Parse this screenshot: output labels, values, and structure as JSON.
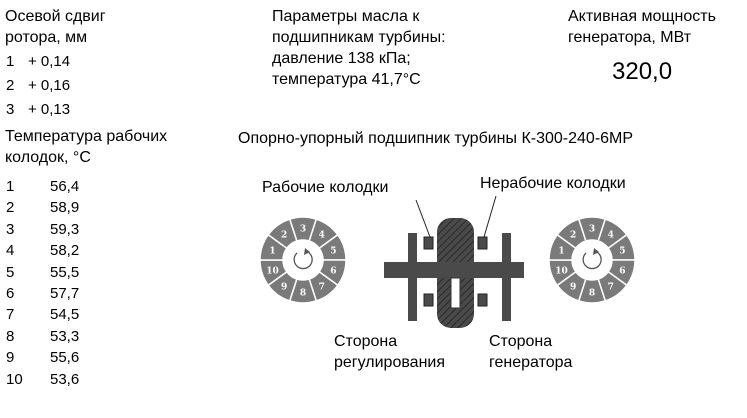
{
  "axial_shift": {
    "title_line1": "Осевой сдвиг",
    "title_line2": "ротора, мм",
    "rows": [
      {
        "n": "1",
        "v": "+ 0,14"
      },
      {
        "n": "2",
        "v": "+ 0,16"
      },
      {
        "n": "3",
        "v": "+ 0,13"
      }
    ]
  },
  "oil": {
    "line1": "Параметры масла к",
    "line2": "подшипникам турбины:",
    "line3": "давление 138 кПа;",
    "line4": "температура 41,7°С"
  },
  "power": {
    "line1": "Активная мощность",
    "line2": "генератора, МВт",
    "value": "320,0"
  },
  "pad_temp": {
    "title_line1": "Температура рабочих",
    "title_line2": "колодок, °С",
    "rows": [
      {
        "n": "1",
        "v": "56,4"
      },
      {
        "n": "2",
        "v": "58,9"
      },
      {
        "n": "3",
        "v": "59,3"
      },
      {
        "n": "4",
        "v": "58,2"
      },
      {
        "n": "5",
        "v": "55,5"
      },
      {
        "n": "6",
        "v": "57,7"
      },
      {
        "n": "7",
        "v": "54,5"
      },
      {
        "n": "8",
        "v": "53,3"
      },
      {
        "n": "9",
        "v": "55,6"
      },
      {
        "n": "10",
        "v": "53,6"
      }
    ]
  },
  "diagram": {
    "title": "Опорно-упорный подшипник турбины К-300-240-6МР",
    "working_pads": "Рабочие колодки",
    "nonworking_pads": "Нерабочие колодки",
    "regulation_side_line1": "Сторона",
    "regulation_side_line2": "регулирования",
    "generator_side_line1": "Сторона",
    "generator_side_line2": "генератора",
    "pad_numbers": [
      "1",
      "2",
      "3",
      "4",
      "5",
      "6",
      "7",
      "8",
      "9",
      "10"
    ],
    "colors": {
      "pad": "#7a7a7a",
      "pad_border": "#ffffff",
      "pad_text": "#ffffff",
      "shaft": "#4a4a4a",
      "hatch": "#3a3a3a"
    }
  }
}
